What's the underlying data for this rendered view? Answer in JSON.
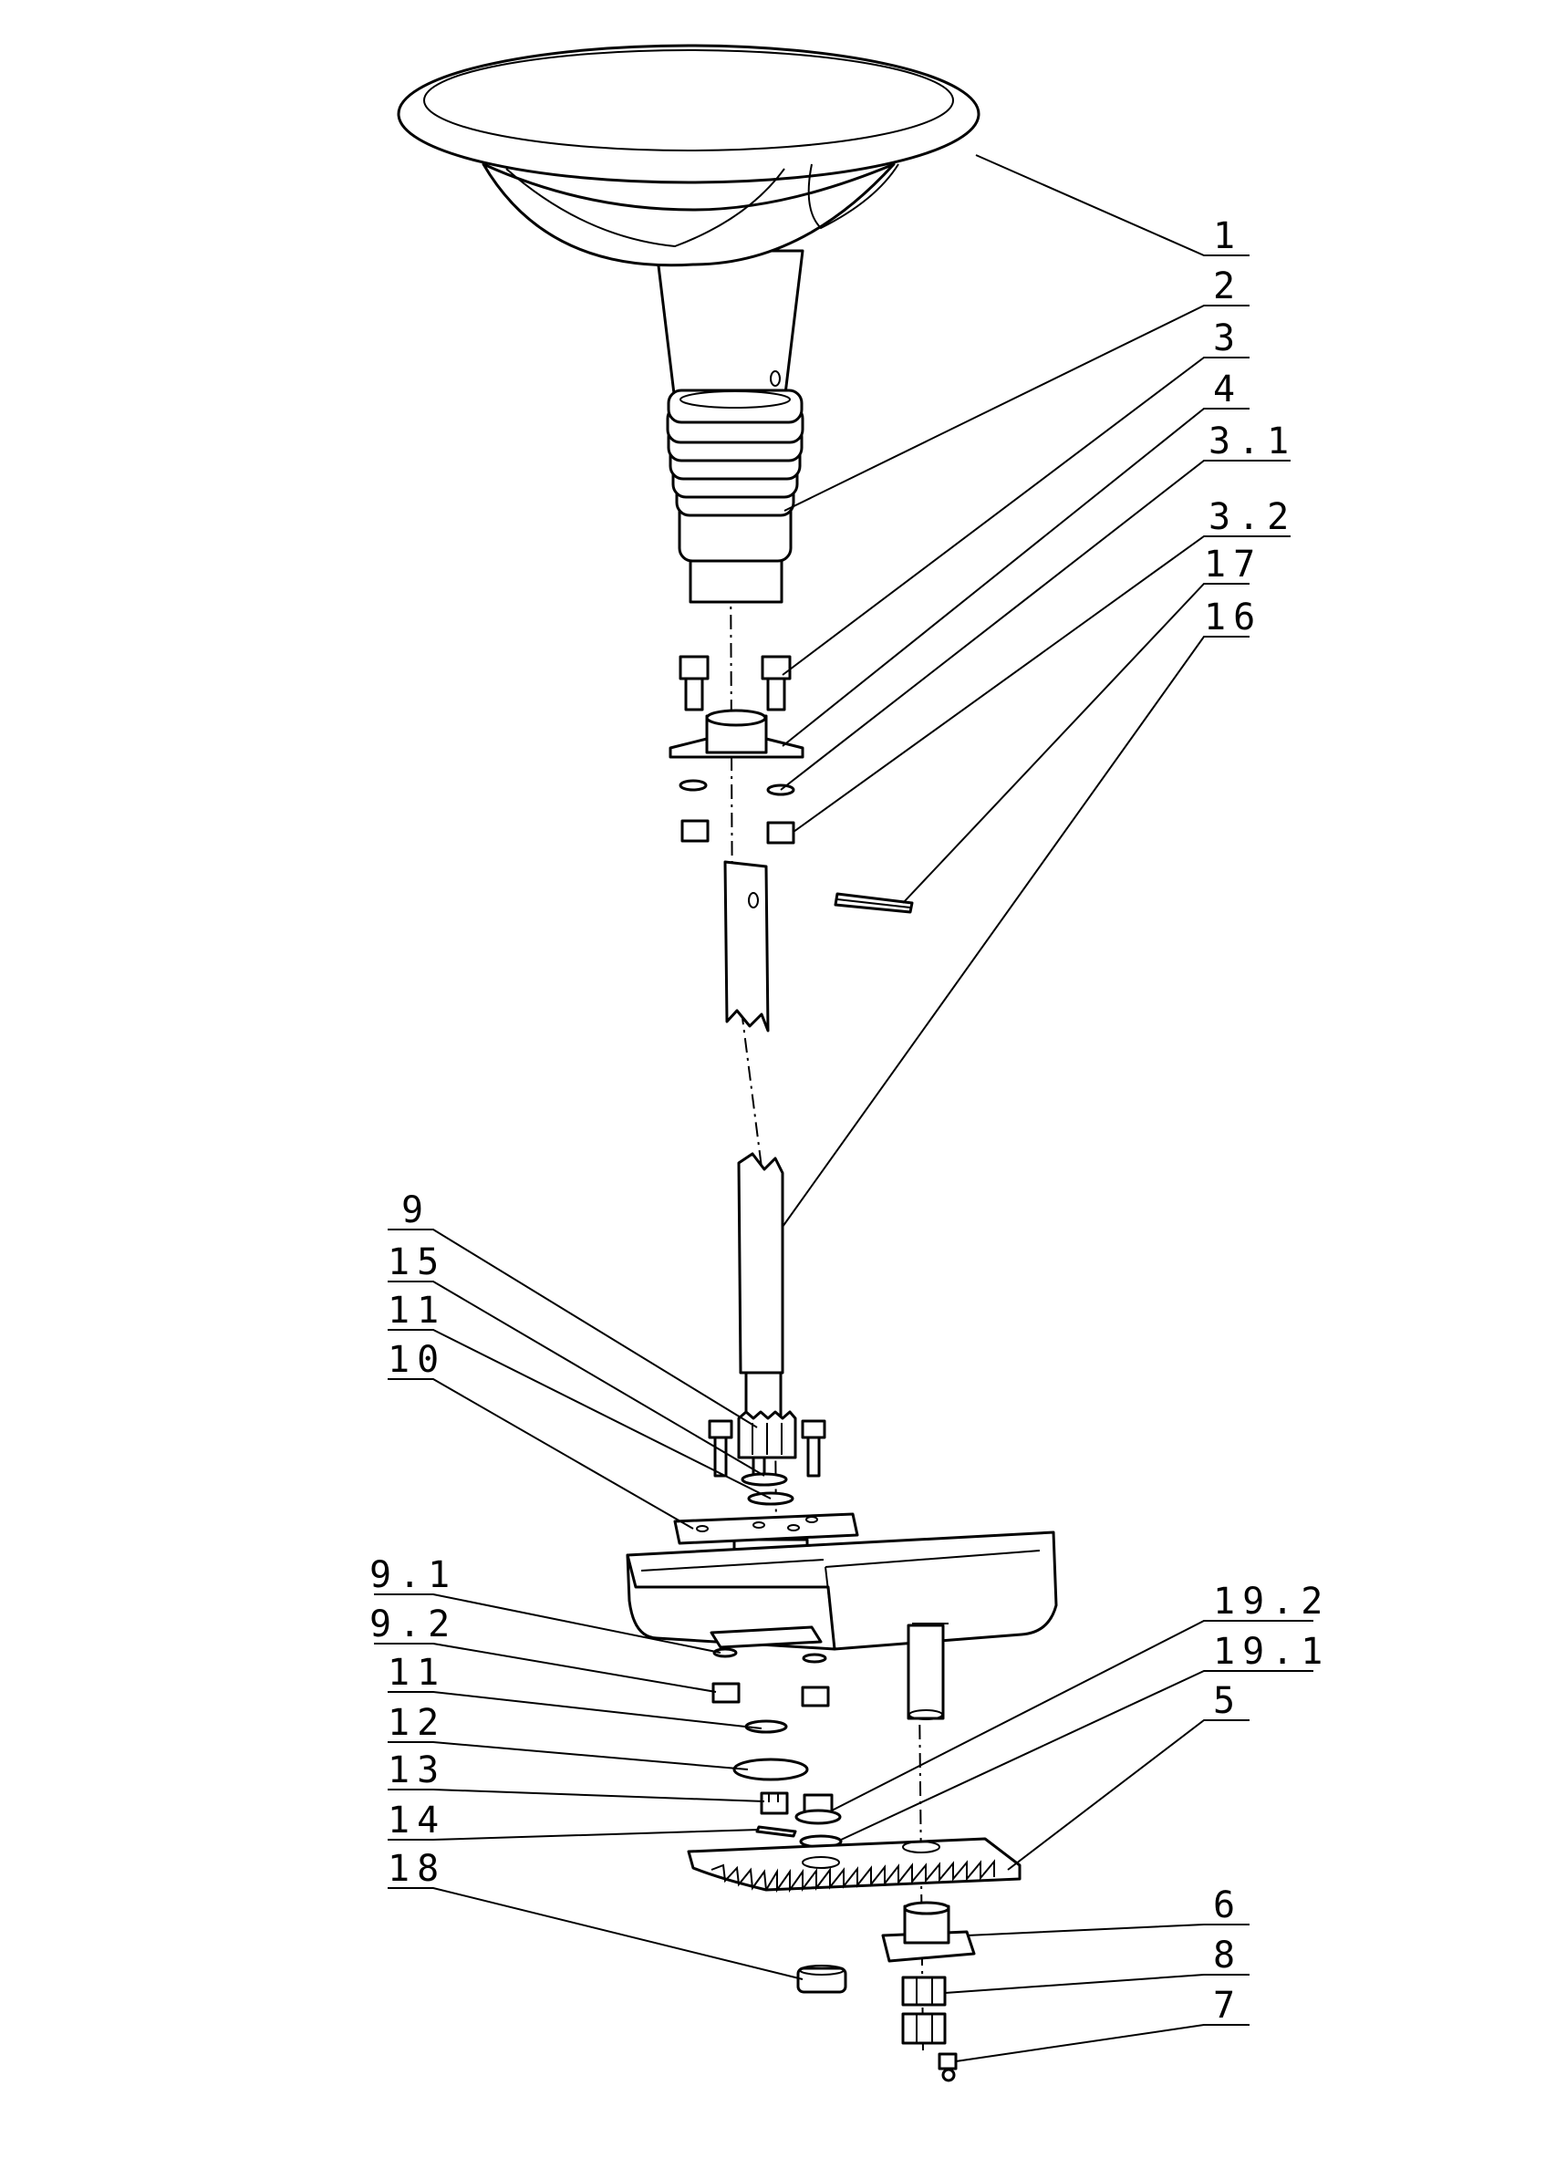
{
  "labels": {
    "1": "1",
    "2": "2",
    "3": "3",
    "4": "4",
    "3_1": "3.1",
    "3_2": "3.2",
    "17": "17",
    "16": "16",
    "9": "9",
    "15": "15",
    "11a": "11",
    "10": "10",
    "9_1": "9.1",
    "9_2": "9.2",
    "11b": "11",
    "12": "12",
    "13": "13",
    "14": "14",
    "18": "18",
    "19_2": "19.2",
    "19_1": "19.1",
    "5": "5",
    "6": "6",
    "8": "8",
    "7": "7"
  }
}
